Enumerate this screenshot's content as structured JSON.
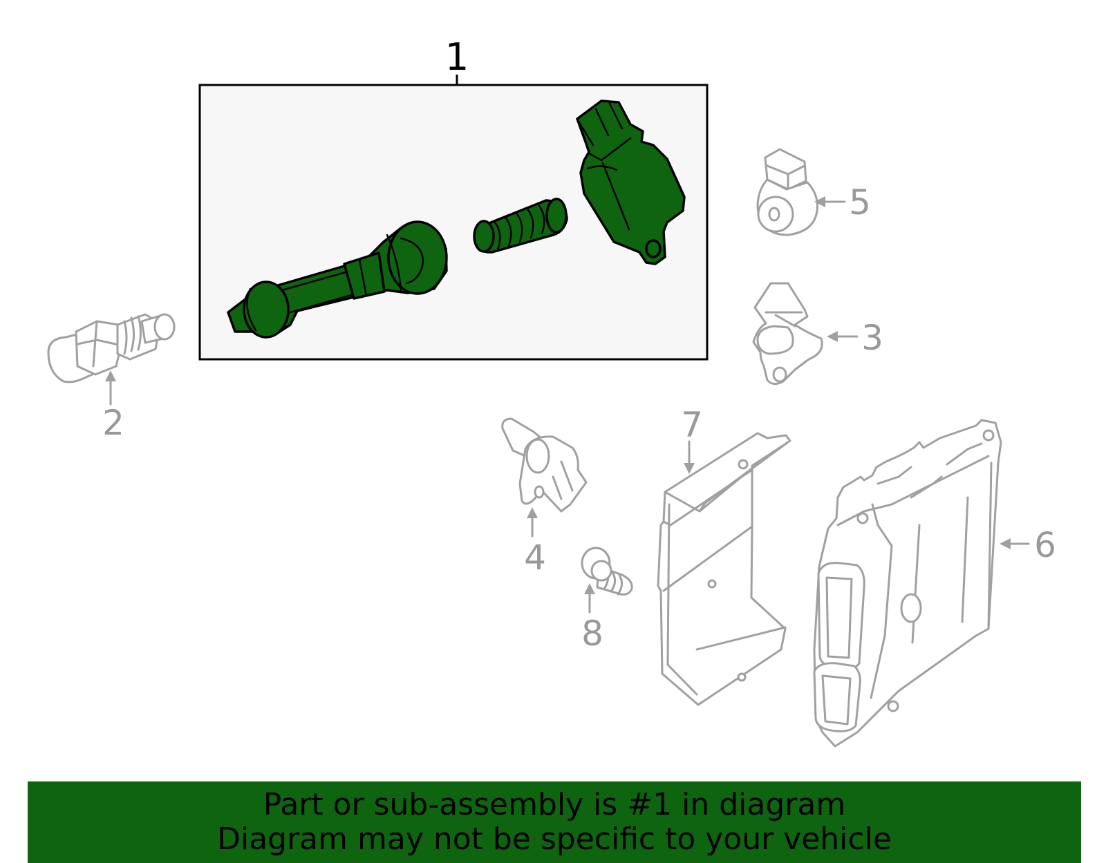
{
  "colors": {
    "highlight": "#0f6410",
    "footer_bg": "#0f6410",
    "box_bg": "#f7f7f7",
    "part_outline": "#a0a0a0",
    "callout_text": "#999999"
  },
  "callouts": {
    "c1": "1",
    "c2": "2",
    "c3": "3",
    "c4": "4",
    "c5": "5",
    "c6": "6",
    "c7": "7",
    "c8": "8"
  },
  "parts": [
    {
      "callout": "1",
      "icon": "ignition-coil-icon",
      "highlighted": true
    },
    {
      "callout": "2",
      "icon": "temperature-sensor-icon",
      "highlighted": false
    },
    {
      "callout": "3",
      "icon": "position-sensor-icon",
      "highlighted": false
    },
    {
      "callout": "4",
      "icon": "speed-sensor-icon",
      "highlighted": false
    },
    {
      "callout": "5",
      "icon": "knock-sensor-icon",
      "highlighted": false
    },
    {
      "callout": "6",
      "icon": "ecm-module-icon",
      "highlighted": false
    },
    {
      "callout": "7",
      "icon": "bracket-icon",
      "highlighted": false
    },
    {
      "callout": "8",
      "icon": "bolt-icon",
      "highlighted": false
    }
  ],
  "footer": {
    "line1": "Part or sub-assembly is #1 in diagram",
    "line2": "Diagram may not be specific to your vehicle"
  }
}
